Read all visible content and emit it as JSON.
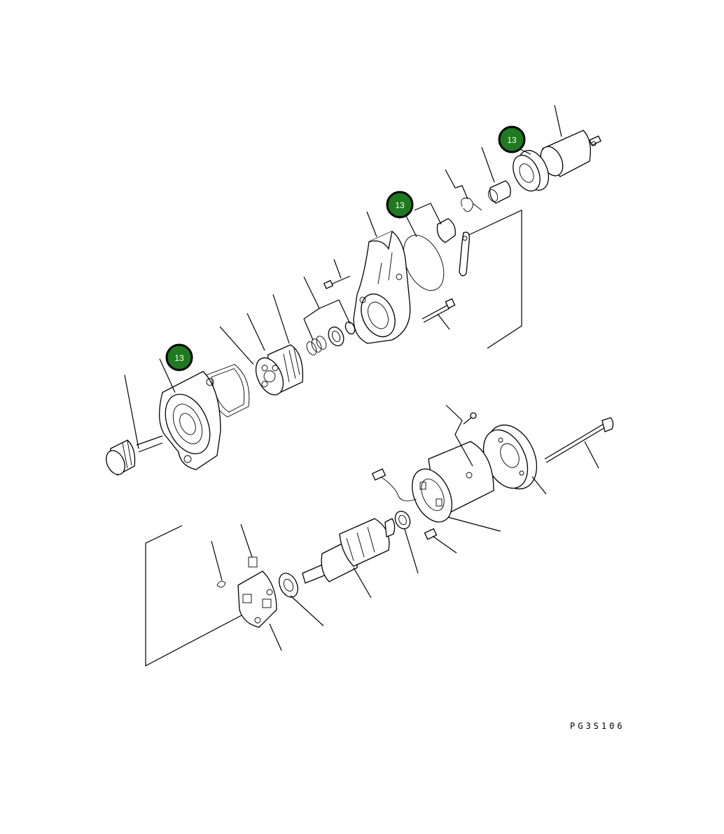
{
  "markers": [
    {
      "id": "marker-1",
      "label": "13"
    },
    {
      "id": "marker-2",
      "label": "13"
    },
    {
      "id": "marker-3",
      "label": "13"
    }
  ],
  "reference_code": "PG3S106",
  "colors": {
    "marker_fill": "#1f7a1f",
    "marker_ring": "#000000",
    "line": "#000000",
    "background": "#ffffff"
  }
}
